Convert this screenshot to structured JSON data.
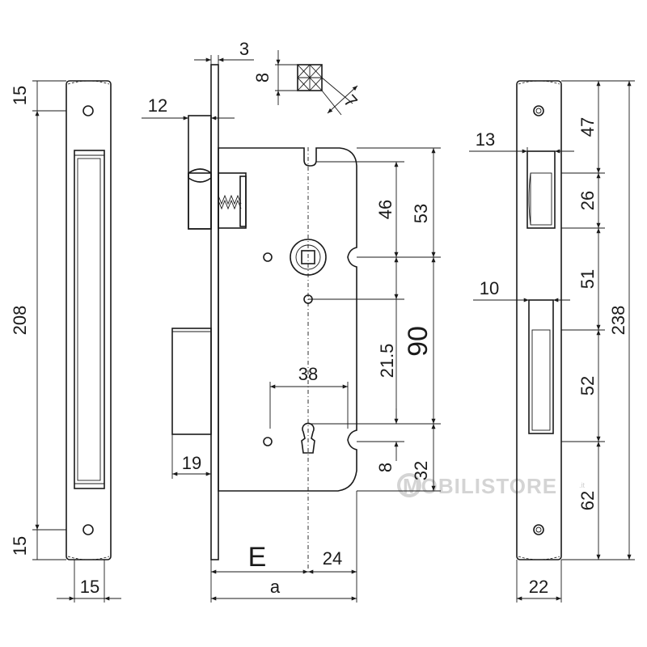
{
  "dimensions": {
    "left_plate_top_hole": "15",
    "left_plate_height": "208",
    "left_plate_bottom_hole": "15",
    "left_plate_width": "15",
    "faceplate_thickness": "3",
    "spindle_square": "8",
    "spindle_diagonal": "7",
    "latch_projection": "12",
    "latch_to_handle": "46",
    "top_to_handle": "53",
    "handle_to_key": "21.5",
    "center_distance": "90",
    "key_width": "38",
    "deadbolt_projection": "19",
    "key_to_bottom_slot": "8",
    "key_to_bottom": "32",
    "backset_label": "E",
    "key_offset": "24",
    "case_depth": "a",
    "strike_latch_width": "13",
    "strike_top_to_latch": "47",
    "strike_latch_height": "26",
    "strike_bolt_width": "10",
    "strike_latch_to_bolt": "51",
    "strike_bolt_height": "52",
    "strike_bolt_to_bottom": "62",
    "strike_total_height": "238",
    "strike_width": "22"
  },
  "watermark": {
    "brand": "MOBILISTORE",
    "suffix": ".it"
  }
}
